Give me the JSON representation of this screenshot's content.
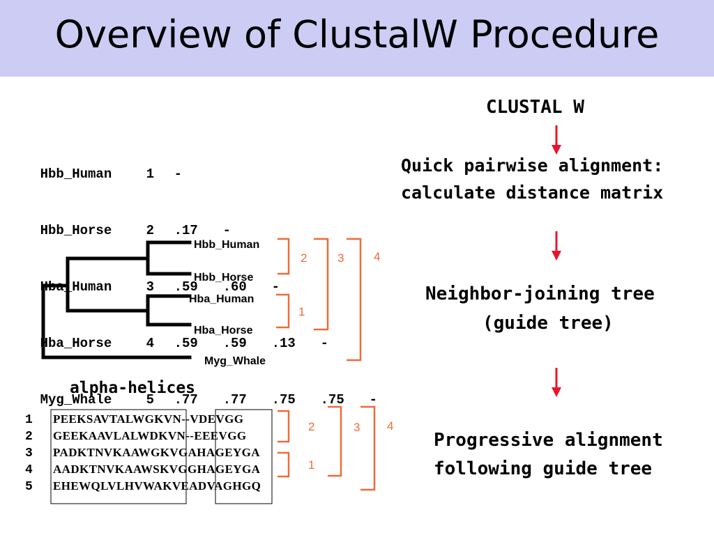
{
  "title": "Overview of ClustalW Procedure",
  "distance_matrix": {
    "rows": [
      {
        "name": "Hbb_Human",
        "index": "1",
        "values": [
          "-"
        ]
      },
      {
        "name": "Hbb_Horse",
        "index": "2",
        "values": [
          ".17",
          "-"
        ]
      },
      {
        "name": "Hba_Human",
        "index": "3",
        "values": [
          ".59",
          ".60",
          "-"
        ]
      },
      {
        "name": "Hba_Horse",
        "index": "4",
        "values": [
          ".59",
          ".59",
          ".13",
          "-"
        ]
      },
      {
        "name": "Myg_Whale",
        "index": "5",
        "values": [
          ".77",
          ".77",
          ".75",
          ".75",
          "-"
        ]
      }
    ]
  },
  "steps": {
    "program": "CLUSTAL W",
    "step1_line1": "Quick pairwise alignment:",
    "step1_line2": "calculate distance matrix",
    "step2_line1": "Neighbor-joining tree",
    "step2_line2": "(guide tree)",
    "step3_line1": "Progressive alignment",
    "step3_line2": "following guide tree"
  },
  "guide_tree": {
    "leaves": [
      "Hbb_Human",
      "Hbb_Horse",
      "Hba_Human",
      "Hba_Horse",
      "Myg_Whale"
    ],
    "groups": [
      "2",
      "3",
      "4",
      "1"
    ]
  },
  "alignment": {
    "label": "alpha-helices",
    "rows": [
      {
        "index": "1",
        "sequence": "PEEKSAVTALWGKVN--VDEVGG"
      },
      {
        "index": "2",
        "sequence": "GEEKAAVLALWDKVN--EEEVGG"
      },
      {
        "index": "3",
        "sequence": "PADKTNVKAAWGKVGAHAGEYGA"
      },
      {
        "index": "4",
        "sequence": "AADKTNVKAAWSKVGGHAGEYGA"
      },
      {
        "index": "5",
        "sequence": "EHEWQLVLHVWAKVEADVAGHGQ"
      }
    ],
    "groups": [
      "2",
      "3",
      "4",
      "1"
    ]
  },
  "colors": {
    "title_band": "#ccccf5",
    "arrow": "#e8142a",
    "bracket": "#ee6a3a"
  }
}
